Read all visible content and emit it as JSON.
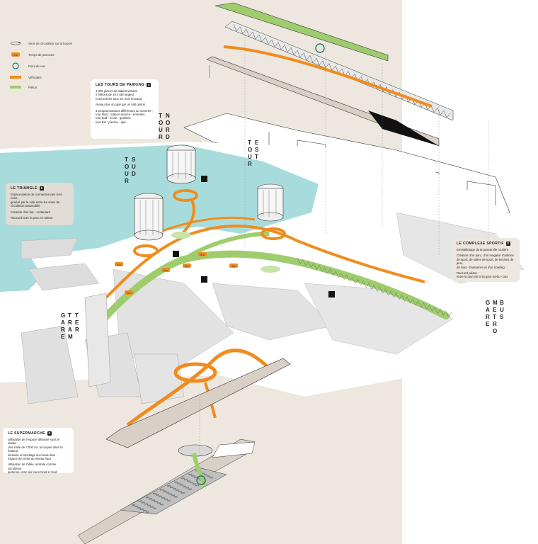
{
  "legend": [
    {
      "icon": "loop-direction-arrow-icon",
      "label": "Sens de circulation sur la boucle"
    },
    {
      "icon": "travel-time-badge-icon",
      "badge": "8 s",
      "label": "Temps de parcours"
    },
    {
      "icon": "viewpoint-circle-icon",
      "label": "Point de vue"
    },
    {
      "icon": "vehicle-orange-bar-icon",
      "label": "Véhicules"
    },
    {
      "icon": "pedestrian-green-bar-icon",
      "label": "Piéton"
    }
  ],
  "panels": {
    "parking": {
      "title": "LES TOURS DE PARKING",
      "number": "4",
      "paragraphs": [
        "4 000 places de stationnement\n2 hélices de 15 m de largeur\n(connectées tous les trois niveaux)",
        "niveau bas occupé par un hall piéton",
        "3 programmations différentes au sommet :\ntour Nord : station service - entretien\ntour Sud : école - garderie\ntour Est : piscine - spa."
      ]
    },
    "triangle": {
      "title": "LE TRIANGLE",
      "number": "1",
      "paragraphs": [
        "Espace piéton de connection des trois tours,\ngénéré par le vide entre les voies de\ncirculation automobile",
        "Création d'un bar - restaurant",
        "Raccord avec le parc en toiture"
      ]
    },
    "sport": {
      "title": "LE COMPLEXE SPORTIF",
      "number": "2",
      "paragraphs": [
        "Emmaillotage de la passerelle routière",
        "Création d'un parc, d'un magasin d'articles\nde sport, de salles de sport, de terrains de jeux,\nde bars - brasseries et d'un bowling",
        "Raccord piéton :\nentre la tour Est et la gare métro - bus"
      ]
    },
    "supermarche": {
      "title": "LE SUPERMARCHE",
      "number": "3",
      "paragraphs": [
        "Utilisation de l'espace délaissé sous le viaduc :\nUne halle de 7 000 m², recoupée dans la hauteur,\nlivraison et stockage au niveau bas\nespace de vente au niveau haut",
        "Utilisation de l'allée centrale comme circulation\npiétonne entre les tours Nord et Sud"
      ]
    }
  },
  "map_labels": {
    "tour_nord": "TOUR NORD",
    "tour_sud": "TOUR SUD",
    "tour_est": "TOUR EST",
    "gare_tram": "GARE TRAM TER",
    "gare_metro": "GARE METRO BUS"
  },
  "markers": [
    "1",
    "2",
    "3",
    "4"
  ],
  "time_badges": [
    "8 s",
    "8 s",
    "8 s",
    "8 s",
    "8 s",
    "8 s"
  ],
  "colors": {
    "vehicle": "#f08c1e",
    "pedestrian": "#9fcd6e",
    "water": "#a8dcdc",
    "background_right": "#efebe5",
    "ground": "#ffffff"
  }
}
